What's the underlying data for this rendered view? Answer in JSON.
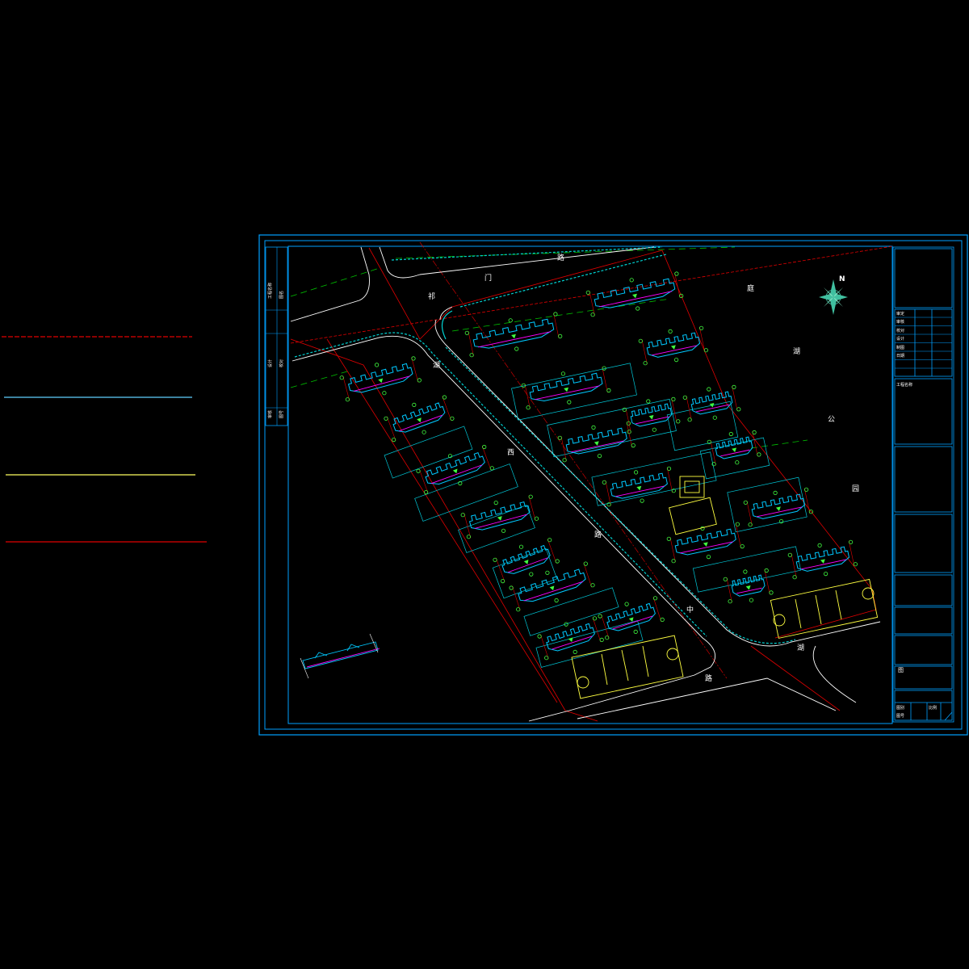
{
  "drawing": {
    "type": "site-plan",
    "colors": {
      "background": "#000000",
      "frame": "#00a0ff",
      "building": "#00c8ff",
      "outline_cyan": "#00d0d0",
      "tree": "#40ff40",
      "dashed_green": "#00c000",
      "redline": "#e00000",
      "magenta": "#ff00ff",
      "yellow": "#ffff40",
      "white": "#ffffff"
    },
    "north_label": "N",
    "road_labels": [
      "门",
      "路",
      "祁",
      "湖",
      "西",
      "路",
      "中",
      "湖",
      "路",
      "公",
      "湖",
      "园",
      "庭"
    ],
    "legend_lines": [
      {
        "name": "red-dashed",
        "color": "#e00000"
      },
      {
        "name": "cyan",
        "color": "#60d0ff"
      },
      {
        "name": "yellow",
        "color": "#ffff60"
      },
      {
        "name": "red",
        "color": "#e00000"
      }
    ],
    "title_block": {
      "left_strip": [
        "工程名称",
        "图名",
        "设计",
        "校对",
        "审核",
        "图号"
      ],
      "right_rows": [
        "工程名称",
        "审定",
        "审核",
        "校对",
        "设计",
        "制图",
        "日期",
        "图别",
        "图号",
        "比例"
      ],
      "box_label": "图"
    }
  }
}
